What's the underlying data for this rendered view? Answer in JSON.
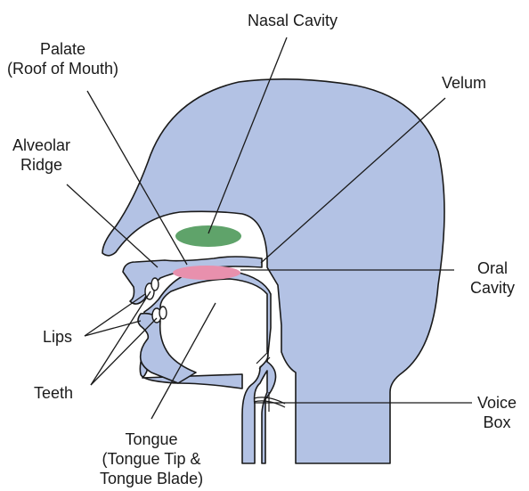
{
  "diagram": {
    "colors": {
      "tissue": "#b3c2e4",
      "outline": "#1a1a1a",
      "nasal_highlight": "#5fa36a",
      "oral_highlight": "#e890ad",
      "background": "#ffffff"
    },
    "labels": {
      "nasal_cavity": "Nasal Cavity",
      "palate_line1": "Palate",
      "palate_line2": "(Roof of Mouth)",
      "velum": "Velum",
      "alveolar_line1": "Alveolar",
      "alveolar_line2": "Ridge",
      "oral_line1": "Oral",
      "oral_line2": "Cavity",
      "lips": "Lips",
      "teeth": "Teeth",
      "voice_line1": "Voice",
      "voice_line2": "Box",
      "tongue_line1": "Tongue",
      "tongue_line2": "(Tongue Tip &",
      "tongue_line3": "Tongue Blade)"
    }
  }
}
